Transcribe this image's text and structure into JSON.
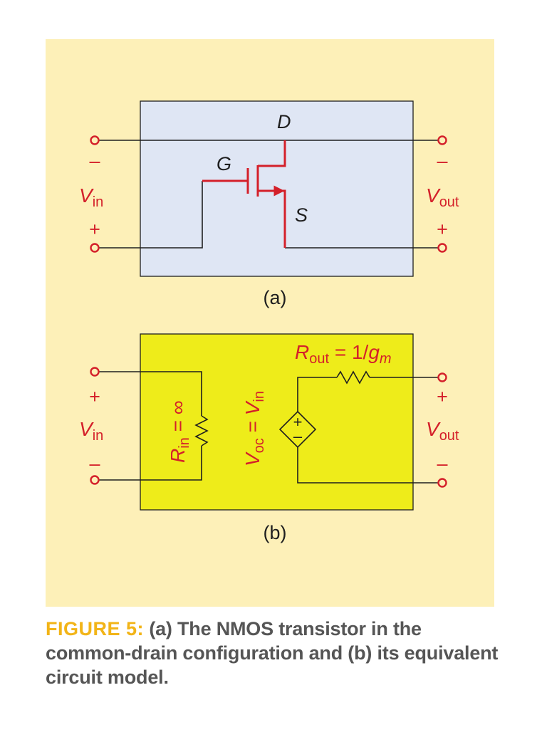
{
  "colors": {
    "page_bg": "#ffffff",
    "figure_bg": "#fdf0b8",
    "panel_a_bg": "#dfe6f4",
    "panel_b_bg": "#eeec1a",
    "accent_red": "#d4202a",
    "wire_black": "#1f1f1f",
    "caption_label": "#f2b417",
    "caption_text": "#555555"
  },
  "panel_a": {
    "label": "(a)",
    "drain": "D",
    "gate": "G",
    "source": "S",
    "vin_sign_top": "–",
    "vin_sign_bottom": "+",
    "vin_main": "V",
    "vin_sub": "in",
    "vout_sign_top": "–",
    "vout_sign_bottom": "+",
    "vout_main": "V",
    "vout_sub": "out"
  },
  "panel_b": {
    "label": "(b)",
    "vin_sign_top": "+",
    "vin_sign_bottom": "–",
    "vin_main": "V",
    "vin_sub": "in",
    "vout_sign_top": "+",
    "vout_sign_bottom": "–",
    "vout_main": "V",
    "vout_sub": "out",
    "rin_main": "R",
    "rin_sub": "in",
    "rin_value": " = ∞",
    "voc_main": "V",
    "voc_sub": "oc",
    "voc_eq": " = ",
    "voc_val_main": "V",
    "voc_val_sub": "in",
    "rout_main": "R",
    "rout_sub": "out",
    "rout_eq": " = 1/",
    "rout_g": "g",
    "rout_m": "m",
    "source_plus": "+",
    "source_minus": "–"
  },
  "caption": {
    "label": "FIGURE 5:",
    "text": " (a) The NMOS transistor in the common-drain configuration and (b) its equivalent circuit model."
  }
}
